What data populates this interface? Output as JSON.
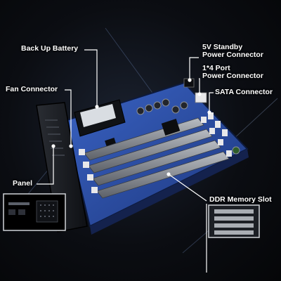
{
  "callouts": {
    "back_up_battery": "Back Up Battery",
    "standby_power_line1": "5V Standby",
    "standby_power_line2": "Power Connector",
    "port_power_line1": "1*4 Port",
    "port_power_line2": "Power Connector",
    "fan_connector": "Fan Connector",
    "sata_connector": "SATA Connector",
    "panel": "Panel",
    "ddr_memory_slot": "DDR Memory Slot"
  },
  "colors": {
    "board_blue": "#2b4fa8",
    "board_dark": "#16275a",
    "slot_gray": "#8a8f96",
    "callout_white": "#ffffff",
    "background": "#0b0d12"
  }
}
